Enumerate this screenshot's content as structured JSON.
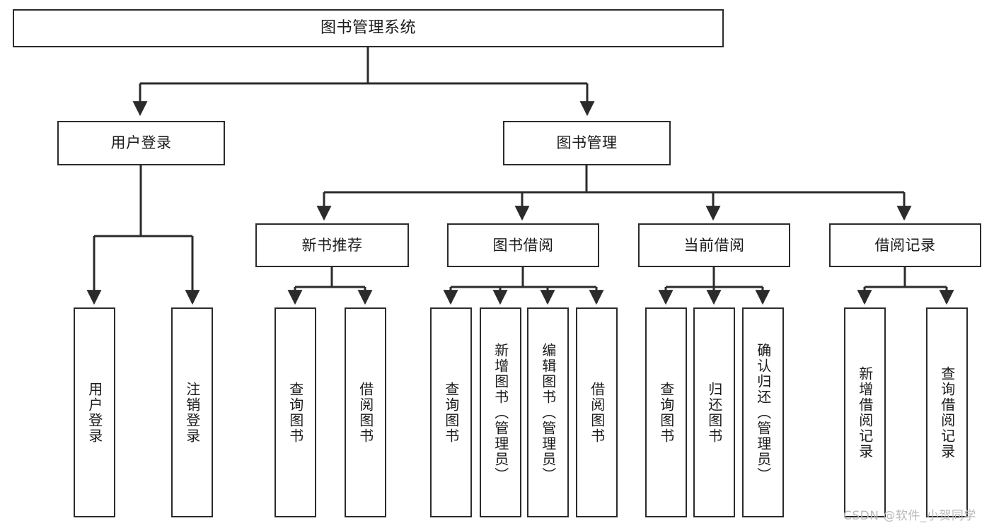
{
  "diagram": {
    "type": "hierarchy-tree",
    "title": "图书管理系统",
    "line_color": "#2b2b2b",
    "box_fill": "#ffffff",
    "text_color": "#1b1b1b",
    "levels": 4,
    "nodes": {
      "root": {
        "label": "图书管理系统"
      },
      "level2": [
        {
          "label": "用户登录"
        },
        {
          "label": "图书管理"
        }
      ],
      "level3": [
        {
          "label": "新书推荐"
        },
        {
          "label": "图书借阅"
        },
        {
          "label": "当前借阅"
        },
        {
          "label": "借阅记录"
        }
      ],
      "leaves": [
        {
          "label": "用户登录",
          "parent": "用户登录"
        },
        {
          "label": "注销登录",
          "parent": "用户登录"
        },
        {
          "label": "查询图书",
          "parent": "新书推荐"
        },
        {
          "label": "借阅图书",
          "parent": "新书推荐"
        },
        {
          "label": "查询图书",
          "parent": "图书借阅"
        },
        {
          "label": "新增图书（管理员）",
          "parent": "图书借阅"
        },
        {
          "label": "编辑图书（管理员）",
          "parent": "图书借阅"
        },
        {
          "label": "借阅图书",
          "parent": "图书借阅"
        },
        {
          "label": "查询图书",
          "parent": "当前借阅"
        },
        {
          "label": "归还图书",
          "parent": "当前借阅"
        },
        {
          "label": "确认归还（管理员）",
          "parent": "当前借阅"
        },
        {
          "label": "新增借阅记录",
          "parent": "借阅记录"
        },
        {
          "label": "查询借阅记录",
          "parent": "借阅记录"
        }
      ]
    }
  },
  "watermark": {
    "text": "CSDN @软件_小贺同学"
  }
}
